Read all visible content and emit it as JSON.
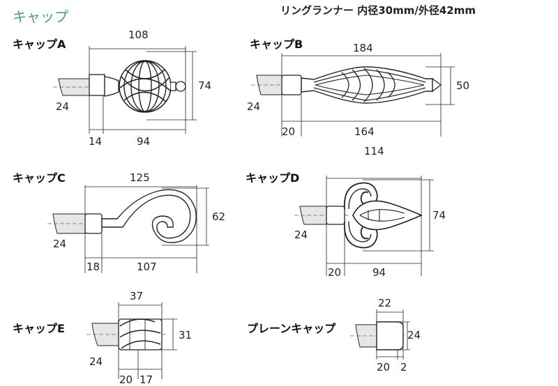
{
  "header": {
    "title": "キャップ",
    "spec": "リングランナー 内径30mm/外径42mm"
  },
  "caps": {
    "a": {
      "label": "キャップA",
      "overall_width": "108",
      "height": "74",
      "pipe": "24",
      "socket": "14",
      "finial": "94"
    },
    "b": {
      "label": "キャップB",
      "overall_width": "184",
      "height": "50",
      "pipe": "24",
      "socket": "20",
      "finial": "164"
    },
    "c": {
      "label": "キャップC",
      "overall_width": "125",
      "height": "62",
      "pipe": "24",
      "socket": "18",
      "finial": "107"
    },
    "d": {
      "label": "キャップD",
      "overall_width": "114",
      "height": "74",
      "pipe": "24",
      "socket": "20",
      "finial": "94"
    },
    "e": {
      "label": "キャップE",
      "overall_width": "37",
      "height": "31",
      "pipe": "24",
      "socket": "20",
      "finial": "17"
    },
    "plain": {
      "label": "プレーンキャップ",
      "overall_width": "22",
      "height": "24",
      "socket": "20",
      "rim": "2"
    }
  },
  "colors": {
    "title": "#4a9a8e",
    "line": "#222222",
    "pipe_fill": "#e6e6e6",
    "centerline": "#666666"
  }
}
